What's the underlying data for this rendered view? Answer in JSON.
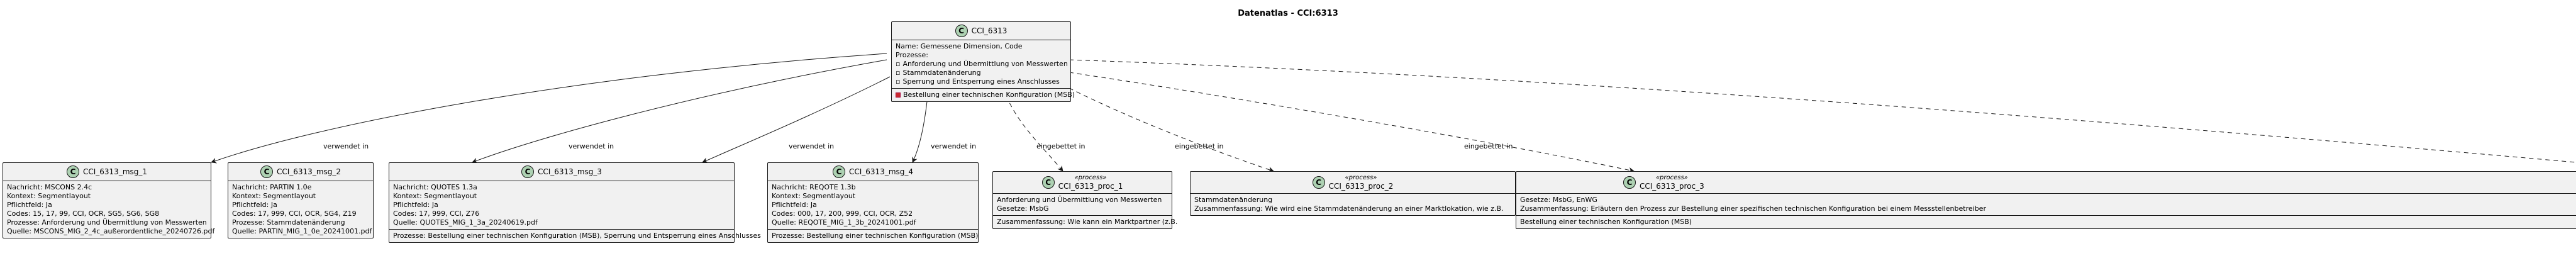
{
  "title": "Datenatlas - CCI:6313",
  "root": {
    "icon": "C",
    "name": "CCI_6313",
    "attributes": [
      "Name: Gemessene Dimension, Code",
      "Prozesse:"
    ],
    "process_items": [
      "Anforderung und Übermittlung von Messwerten",
      "Stammdatenänderung",
      "Sperrung und Entsperrung eines Anschlusses"
    ],
    "method": "Bestellung einer technischen Konfiguration (MSB)"
  },
  "messages": [
    {
      "name": "CCI_6313_msg_1",
      "lines": [
        "Nachricht: MSCONS 2.4c",
        "Kontext: Segmentlayout",
        "Pflichtfeld: Ja",
        "Codes: 15, 17, 99, CCI, OCR, SG5, SG6, SG8",
        "Prozesse: Anforderung und Übermittlung von Messwerten",
        "Quelle: MSCONS_MIG_2_4c_außerordentliche_20240726.pdf"
      ],
      "extra": []
    },
    {
      "name": "CCI_6313_msg_2",
      "lines": [
        "Nachricht: PARTIN 1.0e",
        "Kontext: Segmentlayout",
        "Pflichtfeld: Ja",
        "Codes: 17, 999, CCI, OCR, SG4, Z19",
        "Prozesse: Stammdatenänderung",
        "Quelle: PARTIN_MIG_1_0e_20241001.pdf"
      ],
      "extra": []
    },
    {
      "name": "CCI_6313_msg_3",
      "lines": [
        "Nachricht: QUOTES 1.3a",
        "Kontext: Segmentlayout",
        "Pflichtfeld: Ja",
        "Codes: 17, 999, CCI, Z76",
        "Quelle: QUOTES_MIG_1_3a_20240619.pdf"
      ],
      "extra": [
        "Prozesse: Bestellung einer technischen Konfiguration (MSB), Sperrung und Entsperrung eines Anschlusses"
      ]
    },
    {
      "name": "CCI_6313_msg_4",
      "lines": [
        "Nachricht: REQOTE 1.3b",
        "Kontext: Segmentlayout",
        "Pflichtfeld: Ja",
        "Codes: 000, 17, 200, 999, CCI, OCR, Z52",
        "Quelle: REQOTE_MIG_1_3b_20241001.pdf"
      ],
      "extra": [
        "Prozesse: Bestellung einer technischen Konfiguration (MSB)"
      ]
    }
  ],
  "processes": [
    {
      "stereotype": "«process»",
      "name": "CCI_6313_proc_1",
      "lines": [
        "Anforderung und Übermittlung von Messwerten",
        "Gesetze: MsbG"
      ],
      "extra": [
        "Zusammenfassung: Wie kann ein Marktpartner (z.B."
      ]
    },
    {
      "stereotype": "«process»",
      "name": "CCI_6313_proc_2",
      "lines": [
        "Stammdatenänderung",
        "Zusammenfassung: Wie wird eine Stammdatenänderung an einer Marktlokation, wie z.B."
      ],
      "extra": []
    },
    {
      "stereotype": "«process»",
      "name": "CCI_6313_proc_3",
      "lines": [
        "Gesetze: MsbG, EnWG",
        "Zusammenfassung: Erläutern den Prozess zur Bestellung einer spezifischen technischen Konfiguration bei einem Messstellenbetreiber"
      ],
      "extra": [
        "Bestellung einer technischen Konfiguration (MSB)"
      ]
    }
  ],
  "edge_labels": {
    "used_in": "verwendet in",
    "embedded_in": "eingebettet in"
  }
}
